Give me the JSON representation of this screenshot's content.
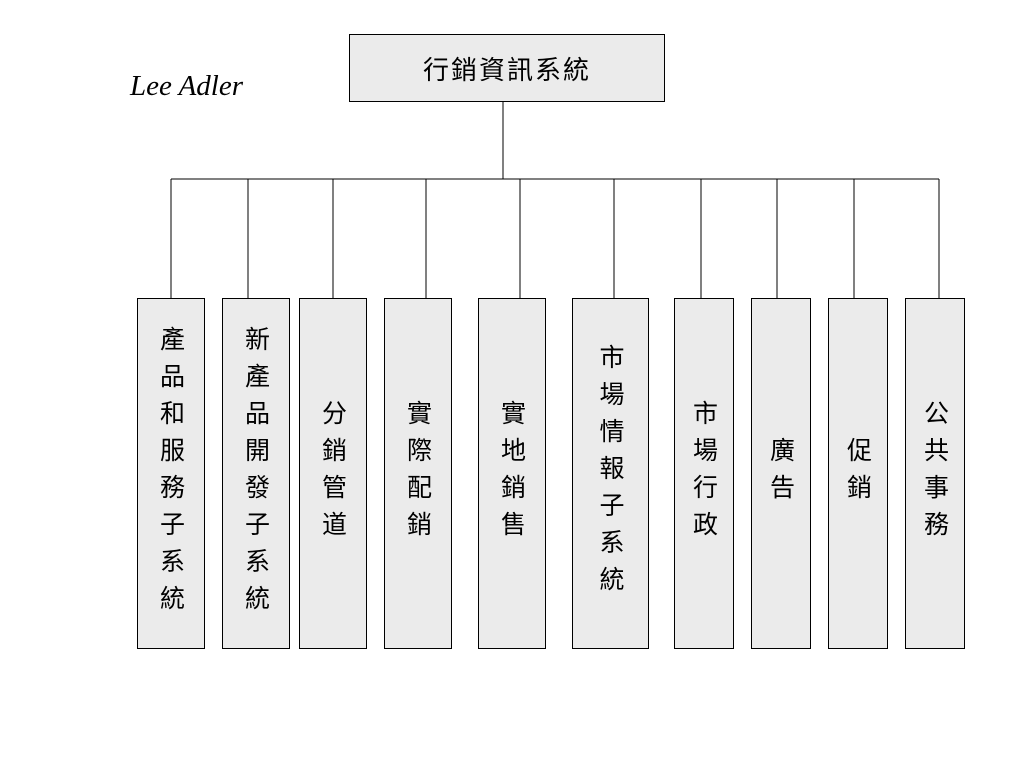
{
  "author": "Lee Adler",
  "root": {
    "label": "行銷資訊系統"
  },
  "children": [
    {
      "label": "產品和服務子系統"
    },
    {
      "label": "新產品開發子系統"
    },
    {
      "label": "分銷管道"
    },
    {
      "label": "實際配銷"
    },
    {
      "label": "實地銷售"
    },
    {
      "label": "市場情報子系統"
    },
    {
      "label": "市場行政"
    },
    {
      "label": "廣告"
    },
    {
      "label": "促銷"
    },
    {
      "label": "公共事務"
    }
  ],
  "colors": {
    "box_fill": "#ebebeb",
    "stroke": "#000000"
  }
}
